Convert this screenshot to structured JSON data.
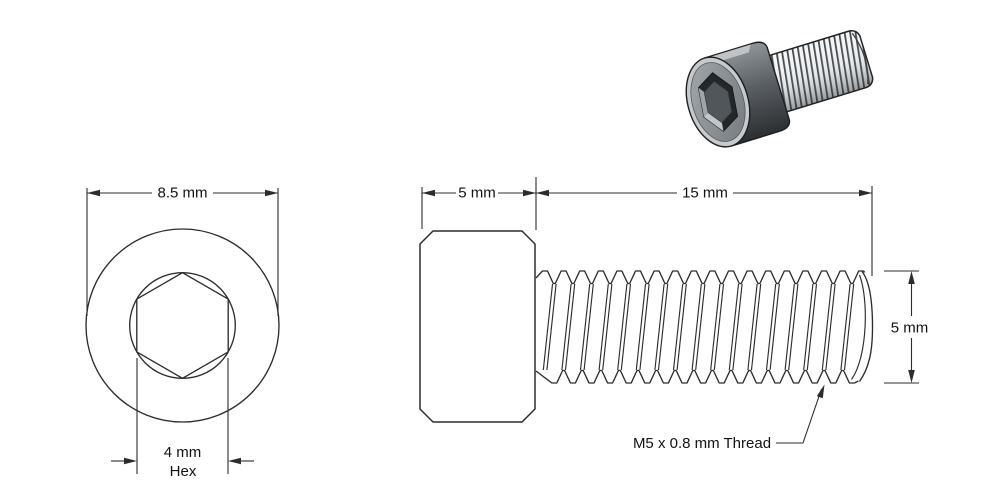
{
  "drawing": {
    "front_view": {
      "head_diameter_label": "8.5 mm",
      "hex_width_label": "4 mm",
      "hex_width_suffix": "Hex"
    },
    "side_view": {
      "head_length_label": "5 mm",
      "thread_length_label": "15 mm",
      "thread_diameter_label": "5 mm",
      "thread_spec_label": "M5 x 0.8 mm Thread"
    },
    "render_3d": {
      "depicts": "socket head cap screw"
    },
    "colors": {
      "background": "#ffffff",
      "line": "#2a2d2f",
      "text": "#121212",
      "head_dark": "#2c2f32",
      "head_mid": "#5b6064",
      "head_light": "#8f959a",
      "rim_silver": "#c6cacc",
      "thread_stripe": "#43484c",
      "thread_body": "#f5f6f7"
    }
  }
}
